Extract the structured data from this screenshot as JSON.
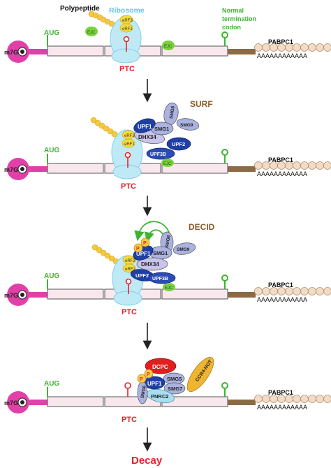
{
  "labels": {
    "polypeptide": "Polypeptide",
    "ribosome": "Ribosome",
    "normal_termination": [
      "Normal",
      "termination",
      "codon"
    ],
    "aug": "AUG",
    "ptc": "PTC",
    "m7g": "m7G",
    "pabpc1": "PABPC1",
    "polya": "AAAAAAAAAAAA",
    "erf3": "eRF3",
    "erf1": "eRF1",
    "ejc": "EJC",
    "surf": "SURF",
    "decid": "DECID",
    "decay": "Decay",
    "upf1": "UPF1",
    "upf2": "UPF2",
    "upf3b": "UPF3B",
    "smg1": "SMG1",
    "smg8": "SMG8",
    "smg9": "SMG9",
    "dhx34": "DHX34",
    "smg5": "SMG5",
    "smg7": "SMG7",
    "smg6": "SMG6",
    "pnrc2": "PNRC2",
    "dcpc": "DCPC",
    "ccr4not": "CCR4-NOT",
    "phospho": "P"
  },
  "colors": {
    "cap": "#e040a8",
    "aug": "#3cb531",
    "ptc": "#e8202a",
    "ribosome": "#bfeaf5",
    "polypeptide": "#f5c842",
    "erf": "#f5dc3c",
    "ejc": "#7ccf3c",
    "upf1": "#1f3fa5",
    "smg": "#aab2e0",
    "dhx34": "#c9c4ec",
    "pabp": "#f2dcc8",
    "tail": "#8b6a44",
    "dcpc": "#e02020",
    "ccr4not": "#f0b530",
    "pnrc2": "#a8def0",
    "surf": "#8b5a2b",
    "phospho": "#f2cc48"
  },
  "panels": [
    {
      "name": "initial-complex",
      "heading": ""
    },
    {
      "name": "surf-complex",
      "heading": "SURF"
    },
    {
      "name": "decid-complex",
      "heading": "DECID"
    },
    {
      "name": "decay-complex",
      "heading": ""
    }
  ]
}
